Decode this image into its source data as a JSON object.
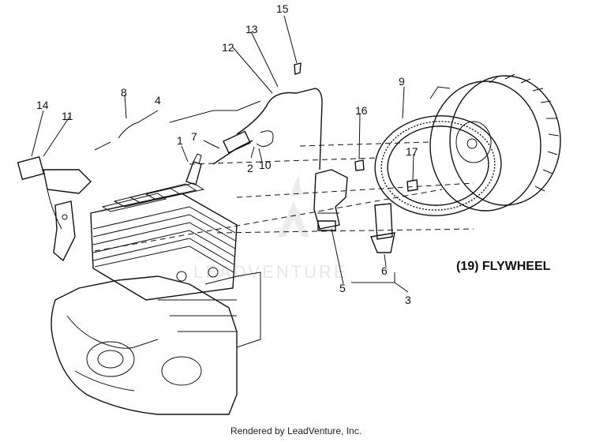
{
  "diagram": {
    "title": "(19) FLYWHEEL",
    "callouts": [
      "1",
      "2",
      "3",
      "4",
      "5",
      "6",
      "7",
      "8",
      "9",
      "10",
      "11",
      "12",
      "13",
      "14",
      "15",
      "16",
      "17"
    ],
    "watermark": "LEADVENTURE",
    "footer": "Rendered by LeadVenture, Inc."
  }
}
